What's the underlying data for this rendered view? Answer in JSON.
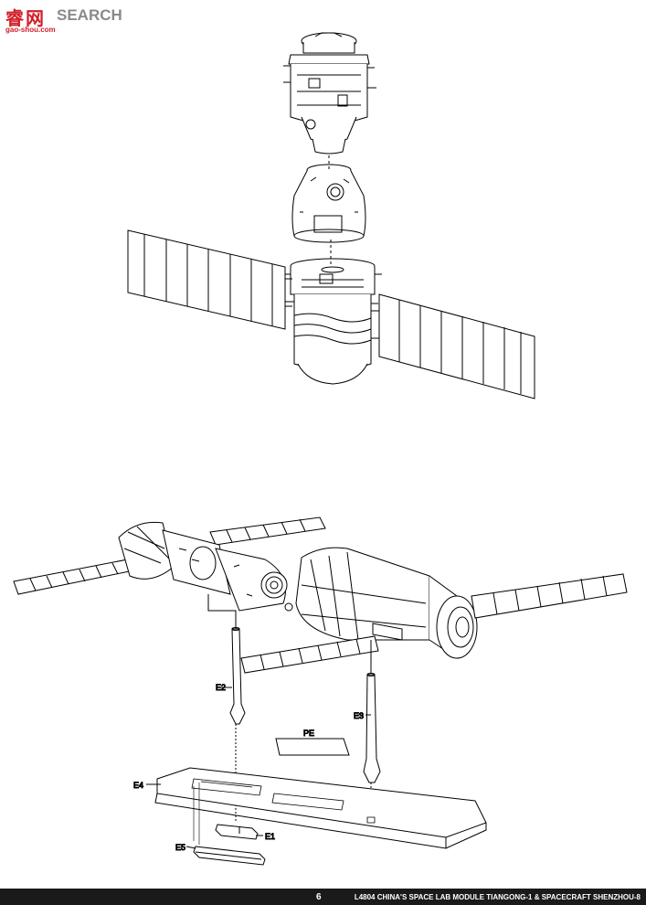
{
  "watermark": {
    "cn": "睿网",
    "name": "SEARCH",
    "domain": "gao-shou.com"
  },
  "labels": {
    "E1": "E1",
    "E2": "E2",
    "E3": "E3",
    "E4": "E4",
    "E5": "E5",
    "PE": "PE"
  },
  "footer": {
    "page_number": "6",
    "title": "L4804 CHINA'S SPACE LAB MODULE TIANGONG-1 & SPACECRAFT SHENZHOU-8"
  }
}
